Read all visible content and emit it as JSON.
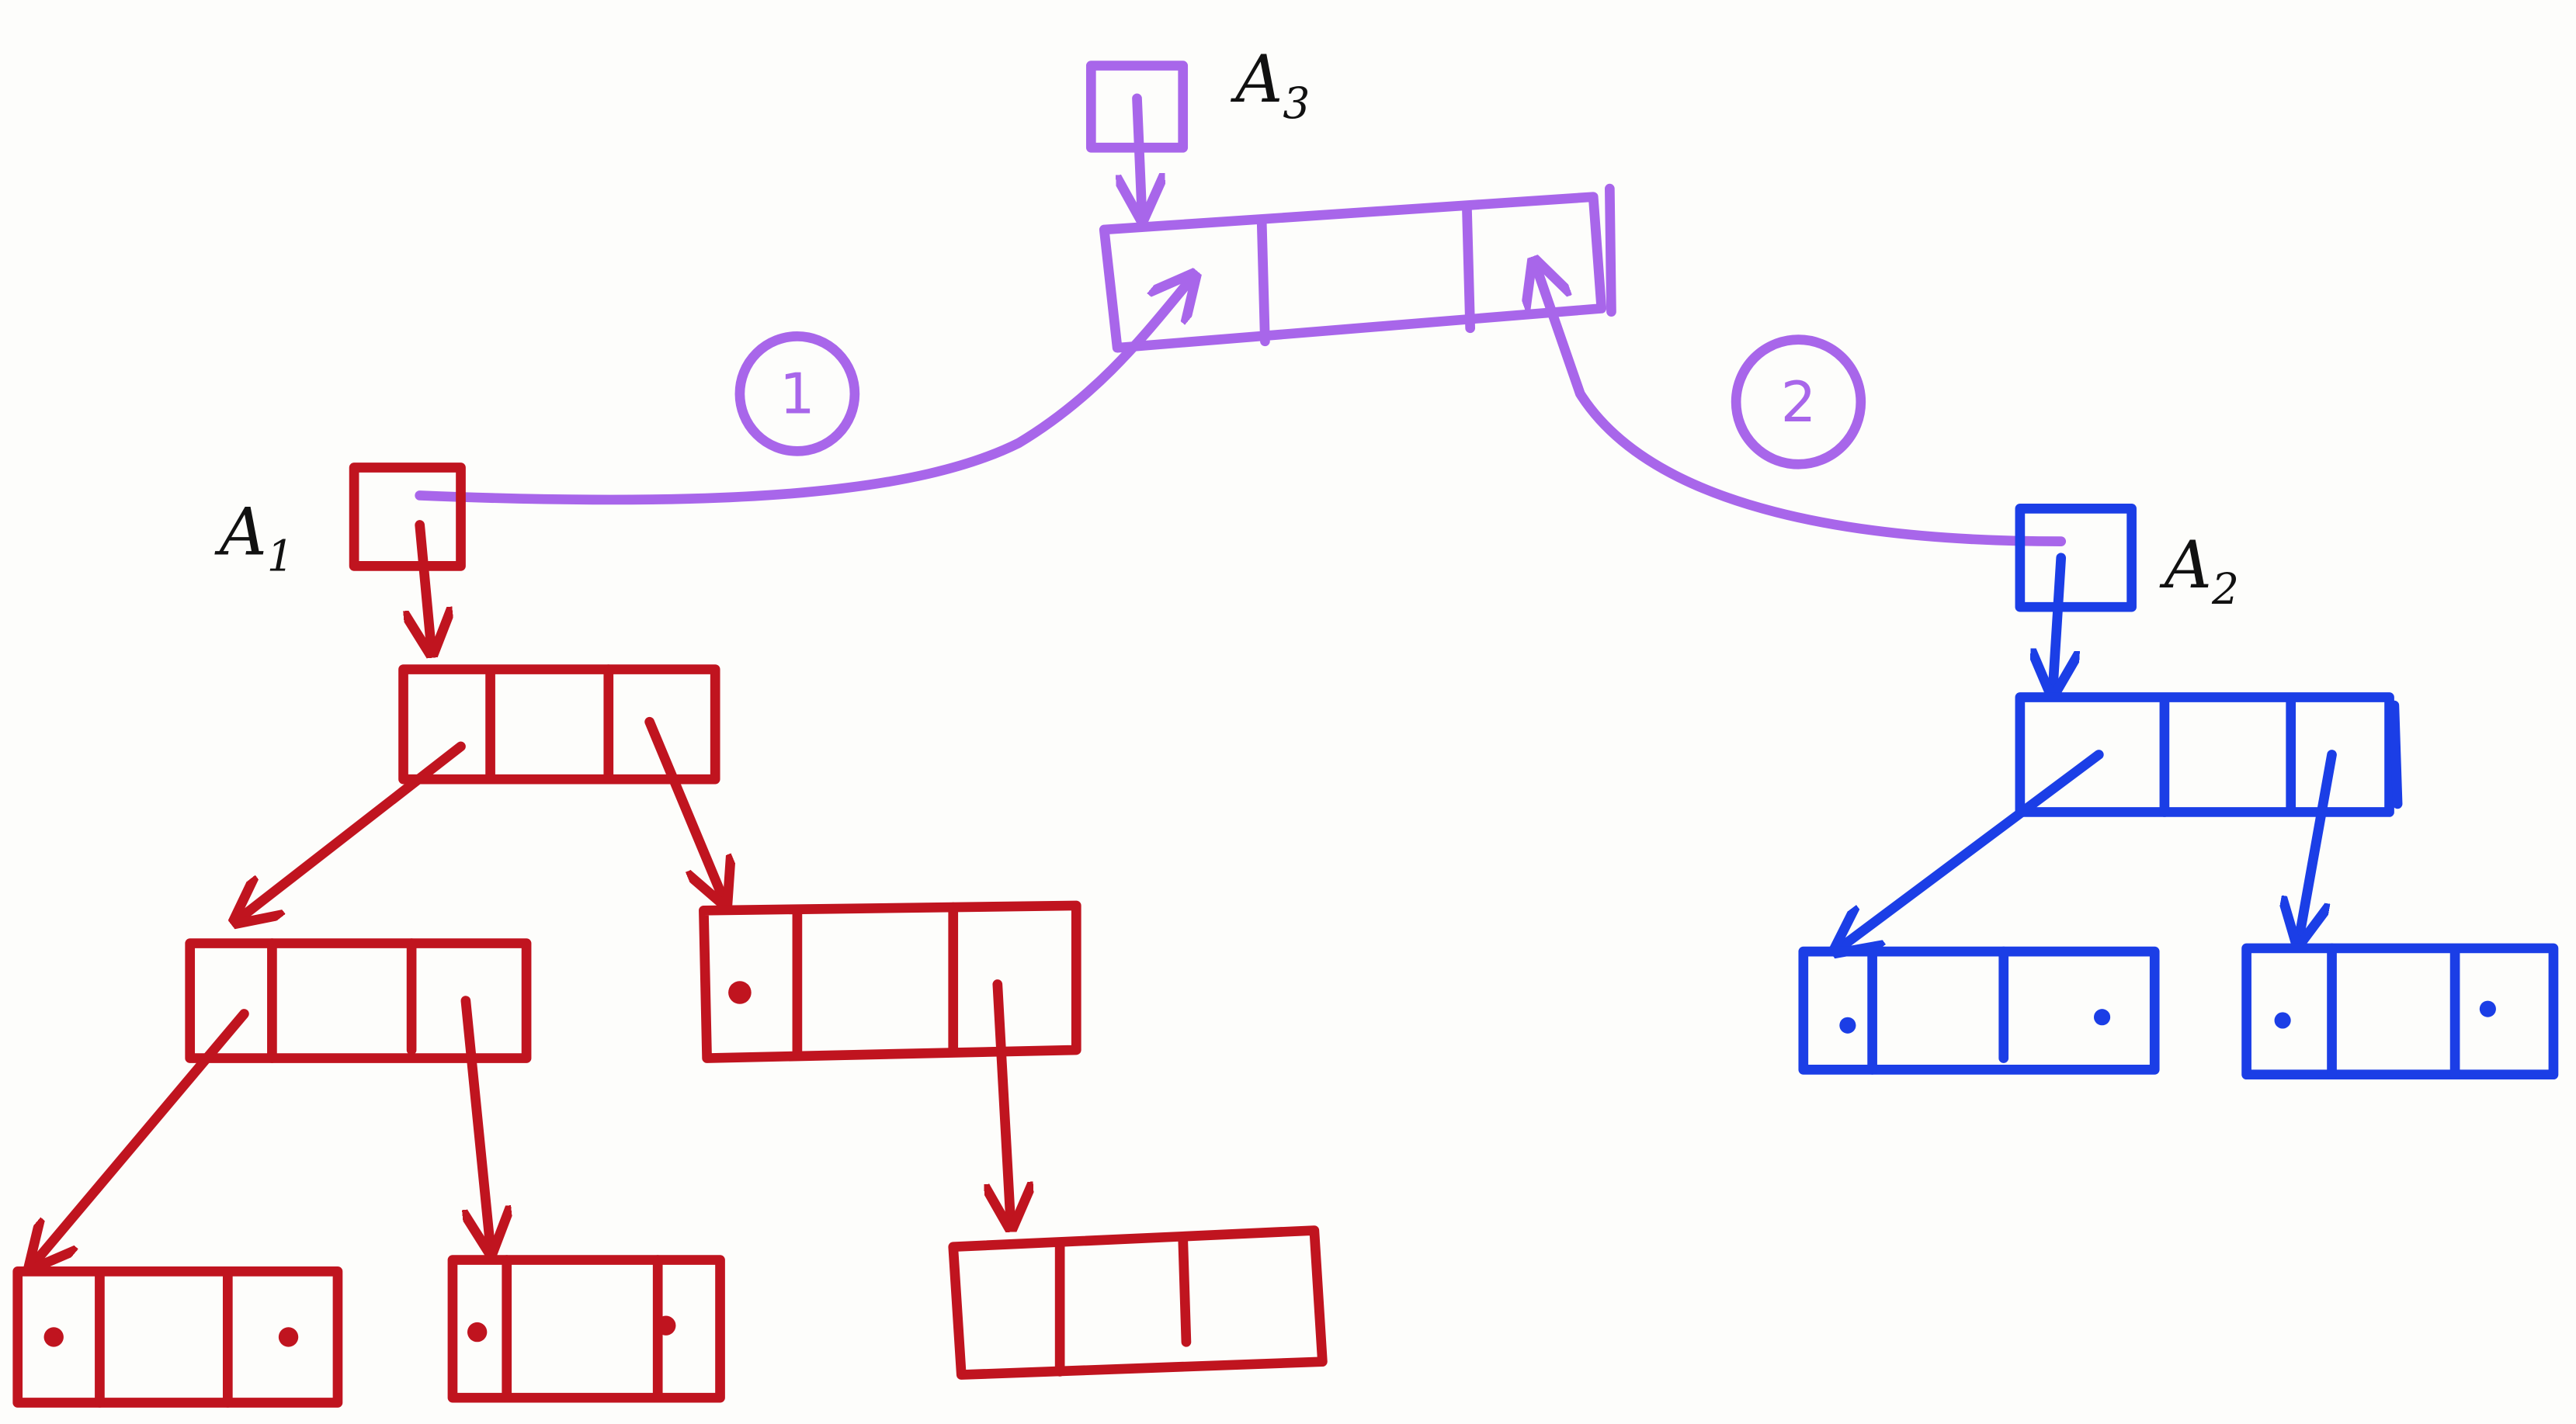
{
  "labels": {
    "a3": {
      "letter": "A",
      "sub": "3"
    },
    "a1": {
      "letter": "A",
      "sub": "1"
    },
    "a2": {
      "letter": "A",
      "sub": "2"
    }
  },
  "steps": {
    "step1": "1",
    "step2": "2"
  },
  "colors": {
    "merged": "#a866ea",
    "tree_a1": "#c0141f",
    "tree_a2": "#1b3ee6"
  }
}
